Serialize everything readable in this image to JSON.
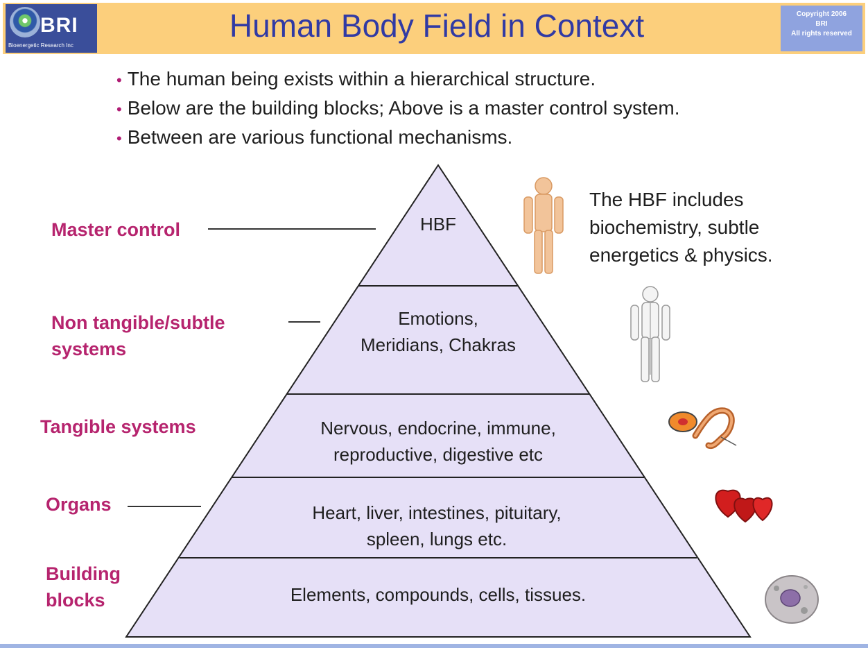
{
  "header": {
    "logo_text": "BRI",
    "logo_subtext": "Bioenergetic Research Inc",
    "title": "Human Body Field in Context",
    "copyright_lines": [
      "Copyright 2006",
      "BRI",
      "All rights reserved"
    ]
  },
  "bullets": [
    "The human being exists within a hierarchical structure.",
    "Below are the building blocks; Above is a master control system.",
    "Between are various functional mechanisms."
  ],
  "pyramid": {
    "levels": [
      {
        "label": "Master control",
        "text_lines": [
          "HBF"
        ],
        "icon": "human-figure-icon"
      },
      {
        "label_lines": [
          "Non tangible/subtle",
          "systems"
        ],
        "text_lines": [
          "Emotions,",
          "Meridians, Chakras"
        ],
        "icon": "nervous-system-figure-icon"
      },
      {
        "label": "Tangible systems",
        "text_lines": [
          "Nervous, endocrine, immune,",
          "reproductive, digestive etc"
        ],
        "icon": "cell-worm-icon"
      },
      {
        "label": "Organs",
        "text_lines": [
          "Heart, liver, intestines, pituitary,",
          "spleen, lungs etc."
        ],
        "icon": "hearts-icon"
      },
      {
        "label_lines": [
          "Building",
          "blocks"
        ],
        "text_lines": [
          "Elements, compounds, cells, tissues."
        ],
        "icon": "cell-icon"
      }
    ]
  },
  "side_note_lines": [
    "The HBF includes",
    "biochemistry, subtle",
    "energetics & physics."
  ],
  "colors": {
    "header_bg": "#fccf7c",
    "title_text": "#313aa4",
    "label_text": "#b6246e",
    "pyramid_fill": "#e6e0f7",
    "bullet_dot": "#b01c74"
  }
}
